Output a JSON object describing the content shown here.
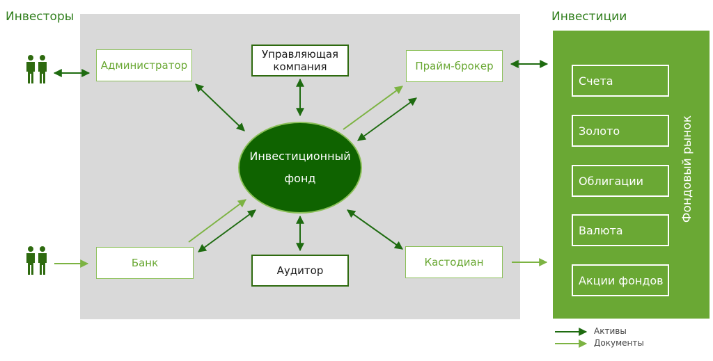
{
  "headings": {
    "investors": "Инвесторы",
    "investments": "Инвестиции"
  },
  "market_label": "Фондовый рынок",
  "fund": {
    "line1": "Инвестиционный",
    "line2": "фонд"
  },
  "nodes": {
    "administrator": "Администратор",
    "management_company_line1": "Управляющая",
    "management_company_line2": "компания",
    "prime_broker": "Прайм-брокер",
    "bank": "Банк",
    "auditor": "Аудитор",
    "custodian": "Кастодиан"
  },
  "market_items": [
    "Счета",
    "Золото",
    "Облигации",
    "Валюта",
    "Акции фондов"
  ],
  "legend": {
    "assets": "Активы",
    "documents": "Документы"
  },
  "colors": {
    "dark_green": "#0f6300",
    "arrow_dark": "#1e6b10",
    "arrow_light": "#7cb342",
    "panel_green": "#6aa834",
    "panel_gray": "#d9d9d9"
  },
  "icons": [
    "person-icon"
  ]
}
